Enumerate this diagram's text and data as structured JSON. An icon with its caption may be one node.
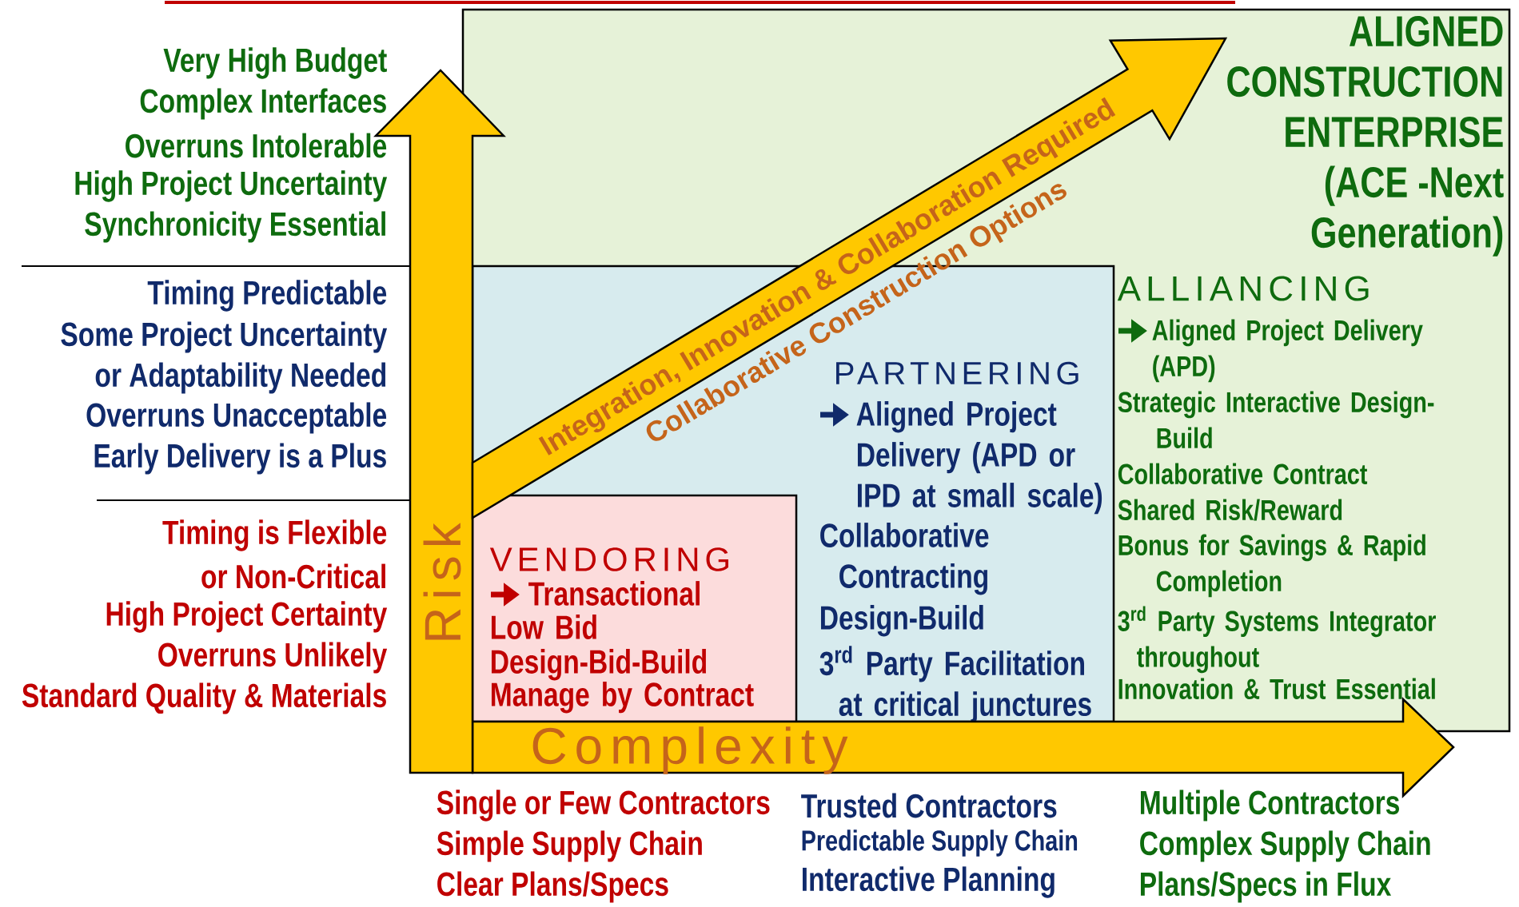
{
  "diagram": {
    "nodes": [
      {
        "text": [
          "ALIGNED CONSTRUCTION ENTERPRISE (ACE -Next Generation)",
          "ALLIANCING",
          "Aligned Project Delivery (APD)",
          "Strategic Interactive Design-Build",
          "Collaborative Contract",
          "Shared Risk/Reward",
          "Bonus for Savings & Rapid Completion",
          "3$^{rd}$ Party Systems Integrator throughout",
          "Innovation & Trust Essential"
        ]
      },
      {
        "text": [
          "PARTNERING",
          "Aligned Project Delivery (APD or IPD at small scale)",
          "Collaborative Contracting",
          "Design-Build",
          "3$^{rd}$ Party Facilitation at critical junctures"
        ],
        "in": 0
      },
      {
        "text": [
          "VENDORING",
          "Transactional",
          "Low Bid",
          "Design-Bid-Build",
          "Manage by Contract"
        ],
        "in": 1
      }
    ],
    "labels": [
      "Very High Budget",
      "Complex Interfaces",
      "Overruns Intolerable",
      "High Project Uncertainty",
      "Synchronicity Essential",
      "Timing Predictable",
      "Some Project Uncertainty",
      "or Adaptability Needed",
      "Overruns Unacceptable",
      "Early Delivery is a Plus",
      "Timing is Flexible",
      "or Non-Critical",
      "High Project Certainty",
      "Overruns Unlikely",
      "Standard Quality & Materials",
      "Integration, Innovation & Collaboration Required",
      "Collaborative Construction Options",
      "Risk",
      "Complexity",
      "Single or Few Contractors",
      "Simple Supply Chain",
      "Clear Plans/Specs",
      "Trusted Contractors",
      "Predictable Supply Chain",
      "Interactive Planning",
      "Multiple Contractors",
      "Complex Supply Chain",
      "Plans/Specs in Flux"
    ]
  }
}
